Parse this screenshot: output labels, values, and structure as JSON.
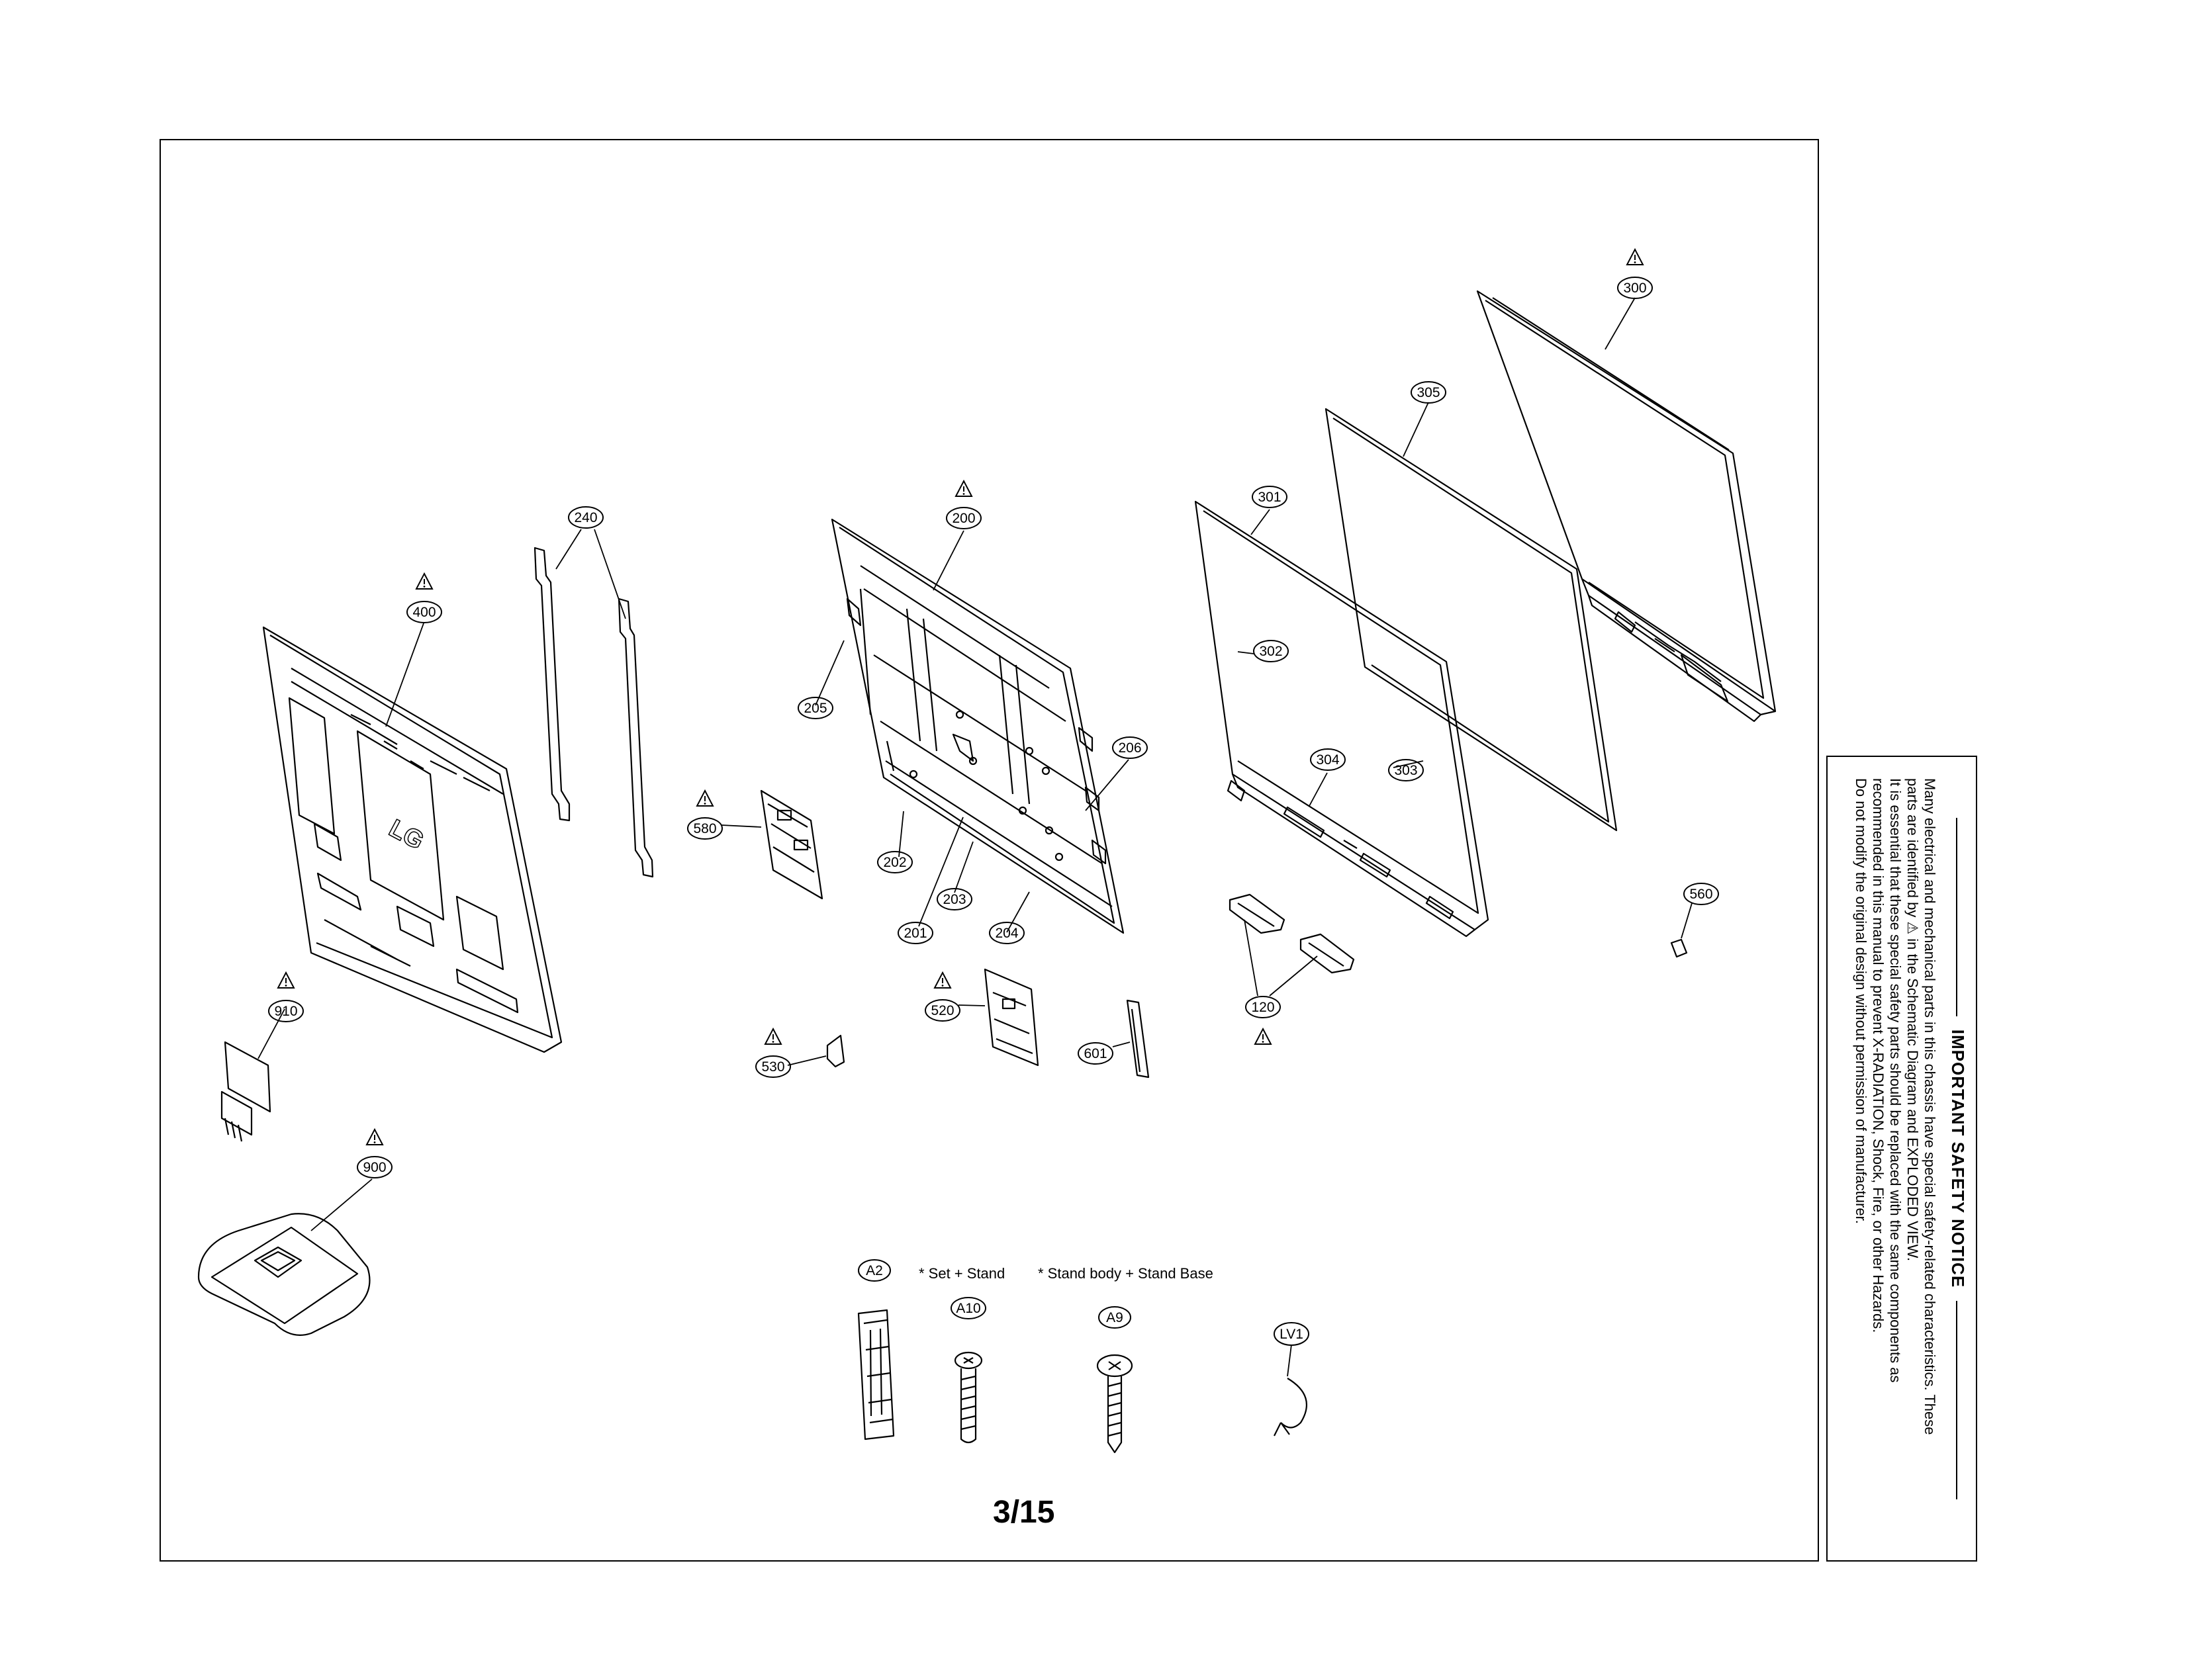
{
  "page": {
    "number": "3/15"
  },
  "notice": {
    "title": "IMPORTANT SAFETY NOTICE",
    "line1": "Many electrical and mechanical parts in this chassis have special safety-related characteristics. These",
    "line2": "parts are identified by ⚠ in the Schematic Diagram and EXPLODED VIEW.",
    "line3": "It is essential that these special safety parts should be replaced with the same components as",
    "line4": "recommended in this manual to prevent X-RADIATION, Shock, Fire, or other Hazards.",
    "line5": "Do not modify the original design without permission of manufacturer."
  },
  "callouts": {
    "c300": "300",
    "c305": "305",
    "c301": "301",
    "c302": "302",
    "c303": "303",
    "c304": "304",
    "c200": "200",
    "c205": "205",
    "c206": "206",
    "c202": "202",
    "c203": "203",
    "c201": "201",
    "c204": "204",
    "c240": "240",
    "c400": "400",
    "c580": "580",
    "c910": "910",
    "c900": "900",
    "c520": "520",
    "c530": "530",
    "c601": "601",
    "c120": "120",
    "c560": "560",
    "cA2": "A2",
    "cA10": "A10",
    "cA9": "A9",
    "cLV1": "LV1"
  },
  "accessory_notes": {
    "set_stand": "* Set + Stand",
    "stand_body": "* Stand body + Stand Base"
  },
  "logo_text": "LG",
  "icons": {
    "warning": "warning-triangle-icon"
  }
}
